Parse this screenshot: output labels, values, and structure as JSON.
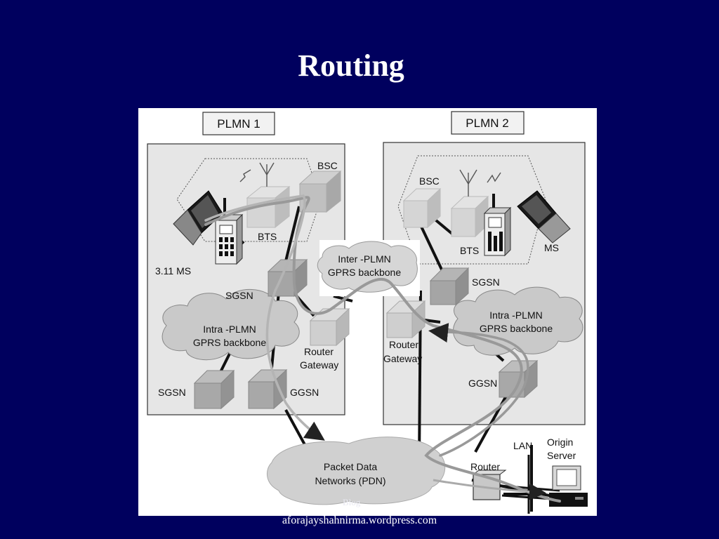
{
  "title": "Routing",
  "footer": {
    "site": "aforajayshahnirma.wordpress.com",
    "faint_text": "Blog"
  },
  "diagram": {
    "plmn1": {
      "header": "PLMN 1",
      "bsc": "BSC",
      "bts": "BTS",
      "ms": "3.11 MS",
      "sgsn_top": "SGSN",
      "backbone_line1": "Intra -PLMN",
      "backbone_line2": "GPRS backbone",
      "router_gateway_line1": "Router",
      "router_gateway_line2": "Gateway",
      "sgsn_bottom": "SGSN",
      "ggsn": "GGSN"
    },
    "inter_backbone": {
      "line1": "Inter -PLMN",
      "line2": "GPRS backbone"
    },
    "plmn2": {
      "header": "PLMN 2",
      "bsc": "BSC",
      "bts": "BTS",
      "ms": "MS",
      "sgsn": "SGSN",
      "backbone_line1": "Intra -PLMN",
      "backbone_line2": "GPRS backbone",
      "router_gateway_line1": "Router",
      "router_gateway_line2": "Gateway",
      "ggsn": "GGSN"
    },
    "pdn": {
      "line1": "Packet Data",
      "line2": "Networks (PDN)"
    },
    "lan": "LAN",
    "router": "Router",
    "origin_server_line1": "Origin",
    "origin_server_line2": "Server"
  }
}
